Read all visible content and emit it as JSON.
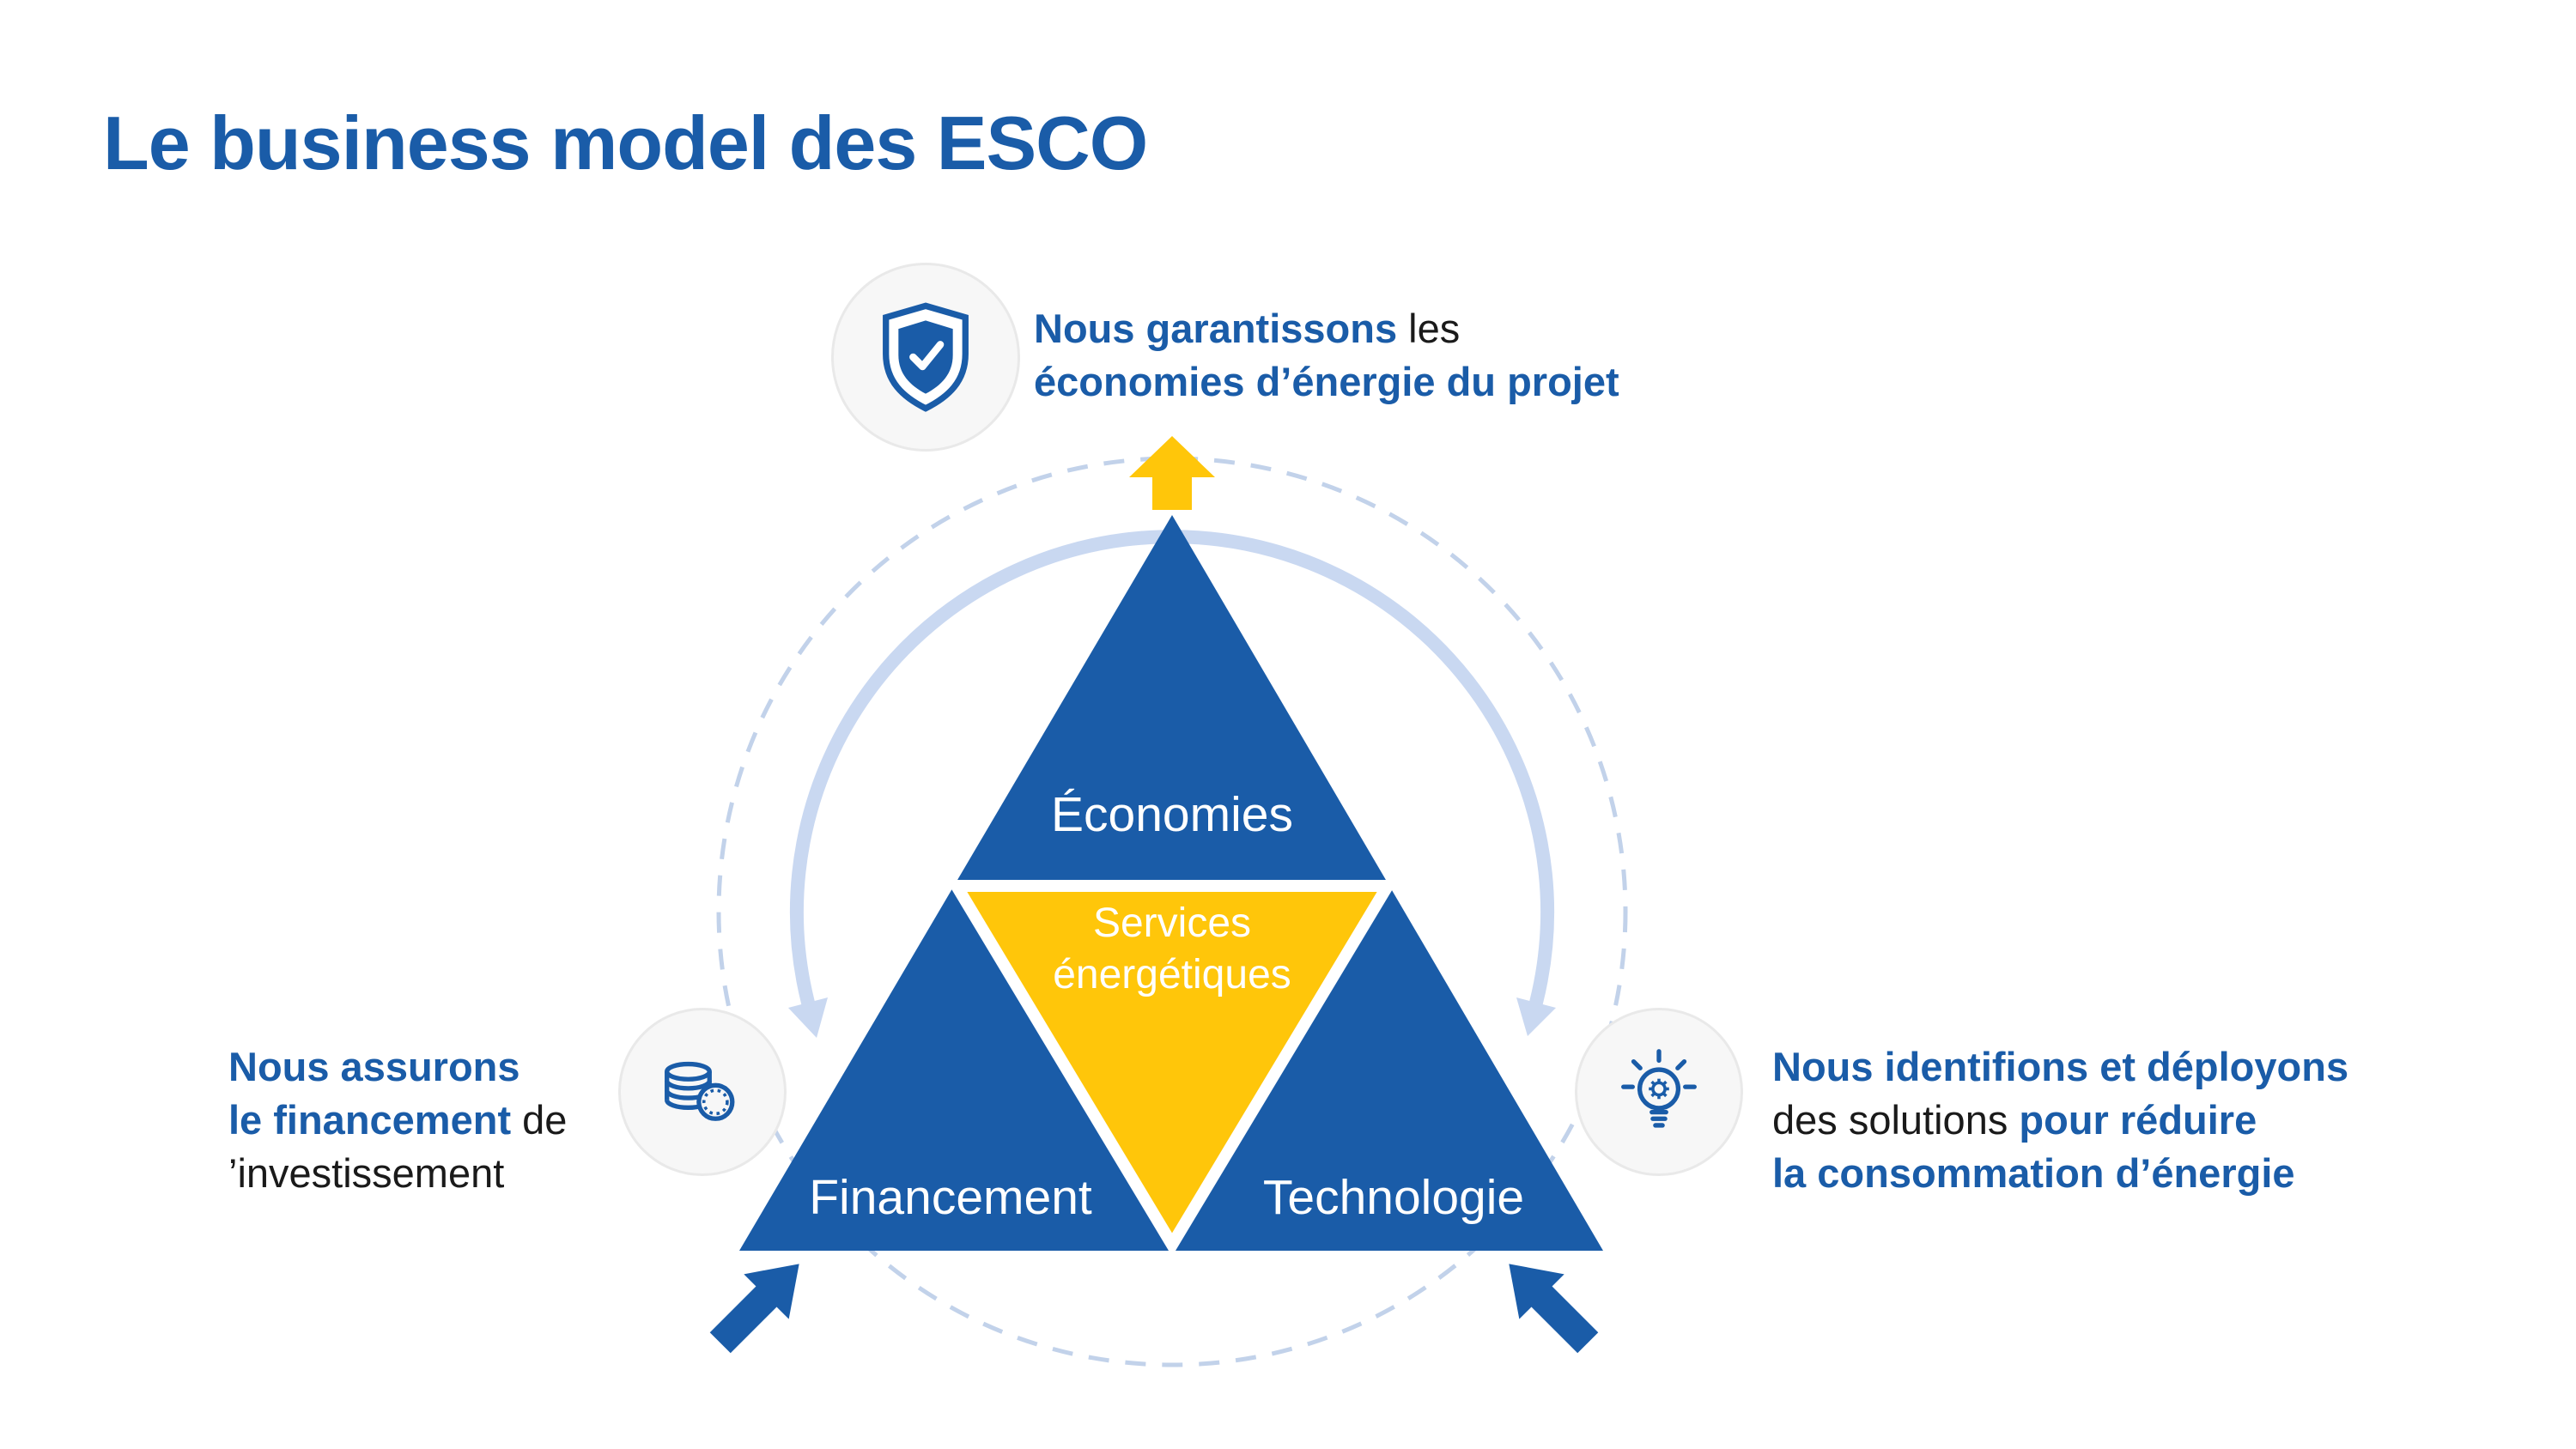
{
  "title": "Le business model des ESCO",
  "colors": {
    "primary_blue": "#1A5CA8",
    "accent_yellow": "#FFC60A",
    "dashed_circle_blue": "#C2D2EA",
    "arc_blue": "#C9D8F1",
    "text_black": "#1A1A1A",
    "badge_background": "#F7F7F7"
  },
  "triangle": {
    "top": "Économies",
    "center_line1": "Services",
    "center_line2": "énergétiques",
    "bottom_left": "Financement",
    "bottom_right": "Technologie"
  },
  "annotations": {
    "guarantee": {
      "icon": "shield-check-icon",
      "line1_bold": "Nous garantissons",
      "line1_regular": " les",
      "line2_bold": "économies d’énergie du projet"
    },
    "financing": {
      "icon": "coins-icon",
      "line1_bold": "Nous assurons",
      "line2_bold": "le financement",
      "line2_regular": " de",
      "line3_regular": "’investissement"
    },
    "technology": {
      "icon": "lightbulb-gear-icon",
      "line1_bold": "Nous identifions et déployons",
      "line2_regular": "des solutions ",
      "line2_bold": "pour réduire",
      "line3_bold": "la consommation d’énergie"
    }
  }
}
